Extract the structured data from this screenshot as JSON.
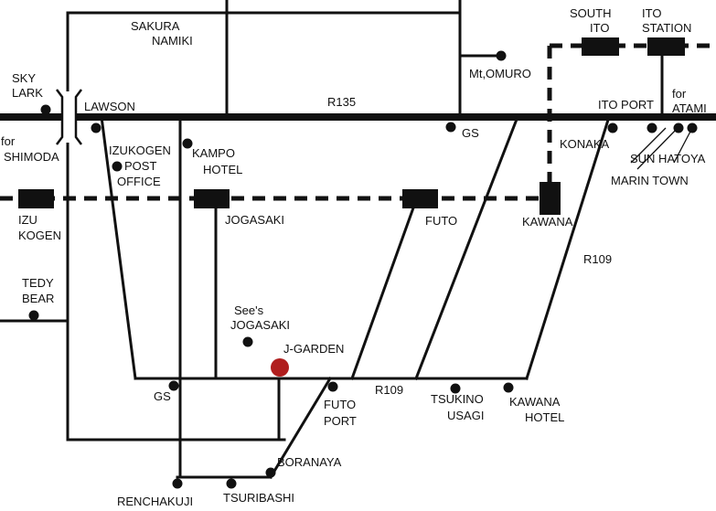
{
  "colors": {
    "road": "#111111",
    "rail": "#111111",
    "destination": "#b01e1e",
    "background": "#ffffff"
  },
  "labels": {
    "sakura_namiki_1": "SAKURA",
    "sakura_namiki_2": "NAMIKI",
    "south_ito_1": "SOUTH",
    "south_ito_2": "ITO",
    "ito_station_1": "ITO",
    "ito_station_2": "STATION",
    "sky_lark_1": "SKY",
    "sky_lark_2": "LARK",
    "mt_omuro": "Mt,OMURO",
    "lawson": "LAWSON",
    "r135": "R135",
    "ito_port": "ITO PORT",
    "for_atami_1": "for",
    "for_atami_2": "ATAMI",
    "for_shimoda_1": "for",
    "for_shimoda_2": "SHIMODA",
    "izukogen_post_1": "IZUKOGEN",
    "izukogen_post_2": "POST",
    "izukogen_post_3": "OFFICE",
    "kampo_hotel_1": "KAMPO",
    "kampo_hotel_2": "HOTEL",
    "gs_north": "GS",
    "konaka": "KONAKA",
    "sun_hatoya": "SUN HATOYA",
    "marin_town": "MARIN TOWN",
    "izu_kogen_1": "IZU",
    "izu_kogen_2": "KOGEN",
    "jogasaki": "JOGASAKI",
    "futo": "FUTO",
    "kawana": "KAWANA",
    "r109_east": "R109",
    "tedy_bear_1": "TEDY",
    "tedy_bear_2": "BEAR",
    "sees_jogasaki_1": "See's",
    "sees_jogasaki_2": "JOGASAKI",
    "j_garden": "J-GARDEN",
    "gs_south": "GS",
    "r109_south": "R109",
    "futo_port_1": "FUTO",
    "futo_port_2": "PORT",
    "tsukino_usagi_1": "TSUKINO",
    "tsukino_usagi_2": "USAGI",
    "kawana_hotel_1": "KAWANA",
    "kawana_hotel_2": "HOTEL",
    "boranaya": "BORANAYA",
    "renchakuji": "RENCHAKUJI",
    "tsuribashi": "TSURIBASHI"
  }
}
